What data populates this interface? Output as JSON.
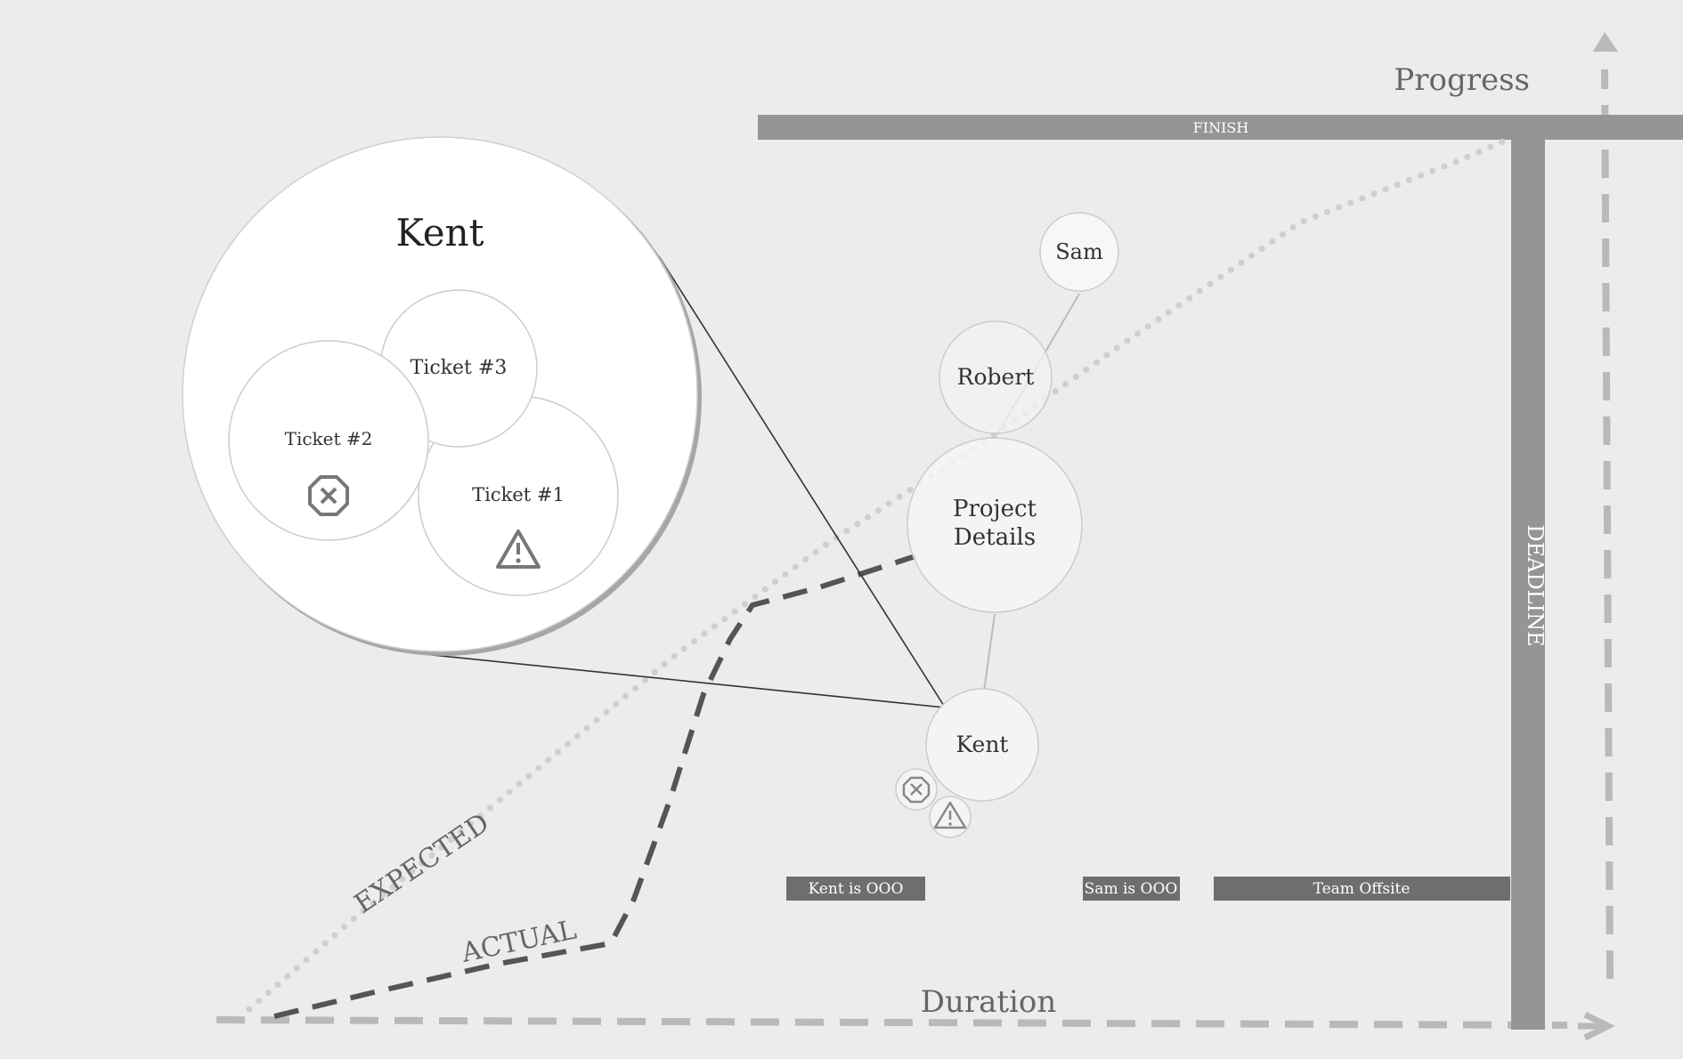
{
  "axes": {
    "progress_label": "Progress",
    "duration_label": "Duration"
  },
  "bars": {
    "finish_label": "FINISH",
    "deadline_label": "DEADLINE"
  },
  "lines": {
    "expected_label": "EXPECTED",
    "actual_label": "ACTUAL"
  },
  "events": [
    {
      "label": "Kent is OOO"
    },
    {
      "label": "Sam is OOO"
    },
    {
      "label": "Team Offsite"
    }
  ],
  "nodes": {
    "sam": "Sam",
    "robert": "Robert",
    "project_details_line1": "Project",
    "project_details_line2": "Details",
    "kent": "Kent"
  },
  "zoom": {
    "title": "Kent",
    "tickets": [
      {
        "label": "Ticket #1",
        "status_icon": "warning-icon"
      },
      {
        "label": "Ticket #2",
        "status_icon": "error-octagon-icon"
      },
      {
        "label": "Ticket #3",
        "status_icon": ""
      }
    ]
  },
  "colors": {
    "background": "#ececec",
    "bar": "#959595",
    "event_bar": "#6e6e6e",
    "axis_dash": "#b9b9b9",
    "actual_dash": "#555555",
    "expected_dots": "#cfcfcf"
  }
}
